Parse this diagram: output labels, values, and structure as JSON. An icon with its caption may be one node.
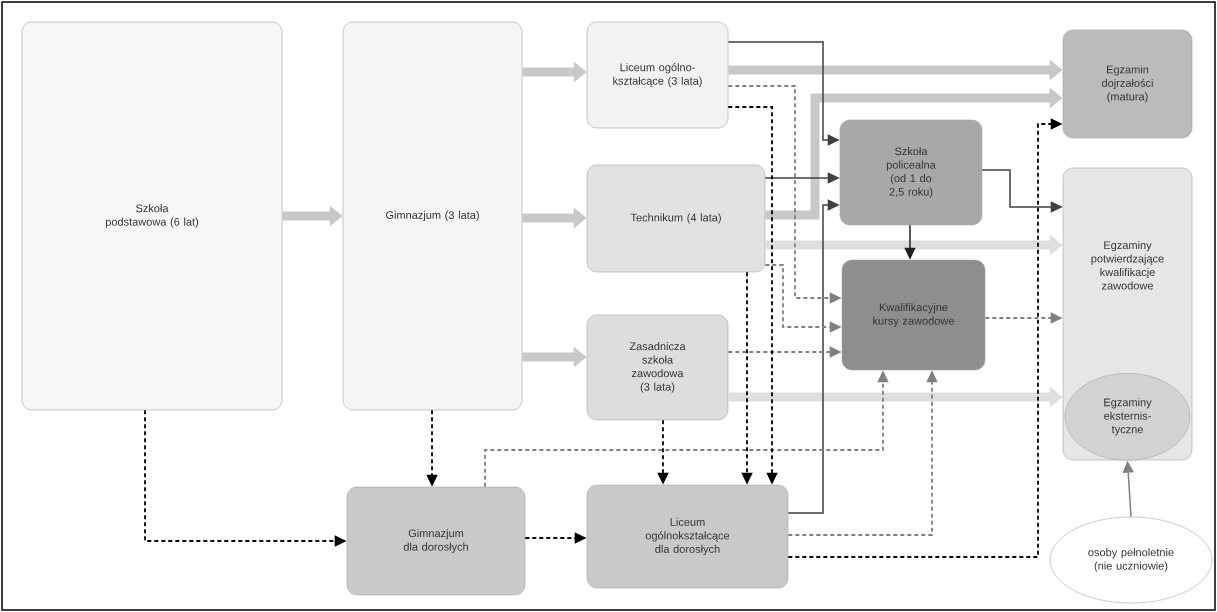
{
  "diagram": {
    "nodes": [
      {
        "text": [
          "Szkoła podstawowa (6 lat)"
        ]
      },
      {
        "text": [
          "Gimnazjum (3 lata)"
        ]
      },
      {
        "text": [
          "Liceum ogólno-kształcące (3 lata)"
        ]
      },
      {
        "text": [
          "Technikum (4 lata)"
        ]
      },
      {
        "text": [
          "Zasadnicza szkoła zawodowa (3 lata)"
        ]
      },
      {
        "text": [
          "Szkoła policealna (od 1 do 2,5 roku)"
        ]
      },
      {
        "text": [
          "Kwalifikacyjne kursy zawodowe"
        ]
      },
      {
        "text": [
          "Egzamin dojrzałości (matura)"
        ]
      },
      {
        "text": [
          "Egzaminy potwierdzające kwalifikacje zawodowe"
        ]
      },
      {
        "text": [
          "Egzaminy eksternis-tyczne"
        ],
        "in": 8
      },
      {
        "text": [
          "Gimnazjum dla dorosłych"
        ]
      },
      {
        "text": [
          "Liceum ogólnokształcące dla dorosłych"
        ]
      },
      {
        "text": [
          "osoby pełnoletnie (nie uczniowie)"
        ]
      }
    ],
    "edges": [
      {
        "from": 0,
        "to": 1,
        "arrow": "to",
        "style": "thick",
        "color": "#c8c8c8"
      },
      {
        "from": 1,
        "to": 2,
        "arrow": "to",
        "style": "thick",
        "color": "#c8c8c8"
      },
      {
        "from": 1,
        "to": 3,
        "arrow": "to",
        "style": "thick",
        "color": "#c8c8c8"
      },
      {
        "from": 1,
        "to": 4,
        "arrow": "to",
        "style": "thick",
        "color": "#c8c8c8"
      },
      {
        "from": 2,
        "to": 7,
        "arrow": "to",
        "style": "thick",
        "color": "#c8c8c8"
      },
      {
        "from": 3,
        "to": 7,
        "arrow": "to",
        "style": "thick",
        "color": "#c8c8c8"
      },
      {
        "from": 3,
        "to": 8,
        "arrow": "to",
        "style": "thick",
        "color": "#dedede"
      },
      {
        "from": 4,
        "to": 8,
        "arrow": "to",
        "style": "thick",
        "color": "#dedede"
      },
      {
        "from": 2,
        "to": 5,
        "arrow": "to",
        "color": "#404040"
      },
      {
        "from": 3,
        "to": 5,
        "arrow": "to",
        "color": "#404040"
      },
      {
        "from": 11,
        "to": 5,
        "arrow": "to",
        "color": "#404040"
      },
      {
        "from": 5,
        "to": 8,
        "arrow": "to",
        "color": "#404040"
      },
      {
        "from": 5,
        "to": 6,
        "arrow": "to",
        "color": "#202020"
      },
      {
        "from": 2,
        "to": 6,
        "arrow": "to",
        "style": "dashed",
        "color": "#808080"
      },
      {
        "from": 3,
        "to": 6,
        "arrow": "to",
        "style": "dashed",
        "color": "#808080"
      },
      {
        "from": 4,
        "to": 6,
        "arrow": "to",
        "style": "dashed",
        "color": "#808080"
      },
      {
        "from": 10,
        "to": 6,
        "arrow": "to",
        "style": "dashed",
        "color": "#808080"
      },
      {
        "from": 11,
        "to": 6,
        "arrow": "to",
        "style": "dashed",
        "color": "#808080"
      },
      {
        "from": 6,
        "to": 8,
        "arrow": "to",
        "style": "dashed",
        "color": "#808080"
      },
      {
        "from": 12,
        "to": 9,
        "arrow": "to",
        "color": "#808080"
      },
      {
        "from": 0,
        "to": 10,
        "arrow": "to",
        "style": "dashed",
        "color": "#000000"
      },
      {
        "from": 1,
        "to": 10,
        "arrow": "to",
        "style": "dashed",
        "color": "#000000"
      },
      {
        "from": 10,
        "to": 11,
        "arrow": "to",
        "style": "dashed",
        "color": "#000000"
      },
      {
        "from": 4,
        "to": 11,
        "arrow": "to",
        "style": "dashed",
        "color": "#000000"
      },
      {
        "from": 2,
        "to": 11,
        "arrow": "to",
        "style": "dashed",
        "color": "#000000"
      },
      {
        "from": 3,
        "to": 11,
        "arrow": "to",
        "style": "dashed",
        "color": "#000000"
      },
      {
        "from": 11,
        "to": 7,
        "arrow": "to",
        "style": "dashed",
        "color": "#000000"
      }
    ]
  }
}
